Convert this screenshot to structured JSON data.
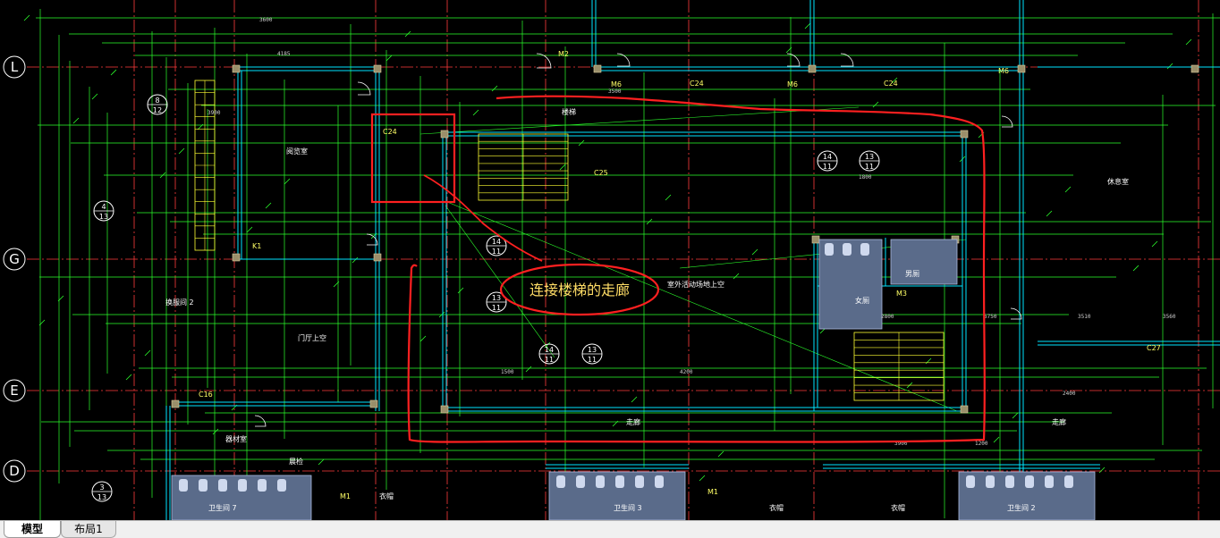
{
  "drawing": {
    "callout_label": "连接楼梯的走廊",
    "grid_axes": [
      "L",
      "G",
      "E",
      "D"
    ],
    "axis_refs": [
      {
        "top": "8",
        "bottom": "12"
      },
      {
        "top": "4",
        "bottom": "13"
      },
      {
        "top": "3",
        "bottom": "13"
      },
      {
        "top": "14",
        "bottom": "11"
      },
      {
        "top": "13",
        "bottom": "11"
      },
      {
        "top": "14",
        "bottom": "11"
      },
      {
        "top": "13",
        "bottom": "11"
      },
      {
        "top": "14",
        "bottom": "11"
      },
      {
        "top": "13",
        "bottom": "11"
      }
    ],
    "room_labels": [
      "阅览室",
      "换服间 2",
      "门厅上空",
      "室外活动场地上空",
      "卫生间 7",
      "卫生间 3",
      "卫生间 2",
      "衣帽",
      "衣帽",
      "衣帽",
      "休息室",
      "走廊",
      "走廊",
      "楼梯",
      "女厕",
      "男厕",
      "器材室",
      "晨检"
    ],
    "door_labels": [
      "C24",
      "C24",
      "C24",
      "C25",
      "C27",
      "C16",
      "M6",
      "M6",
      "M6",
      "M1",
      "M1",
      "M3",
      "K1",
      "M2"
    ],
    "dimension_labels": [
      "3600",
      "4185",
      "3900",
      "1500",
      "3500",
      "4200",
      "1800",
      "2800",
      "6750",
      "3510",
      "3560",
      "2400",
      "1200",
      "3900"
    ]
  },
  "tabs": {
    "model": "模型",
    "layout1": "布局1"
  },
  "colors": {
    "background": "#000000",
    "wall": "#00e5ff",
    "dimension": "#2bff2b",
    "annotation": "#ff2020",
    "grid": "#ff3b3b",
    "stair": "#ffff33",
    "callout_text": "#ffdd66"
  }
}
